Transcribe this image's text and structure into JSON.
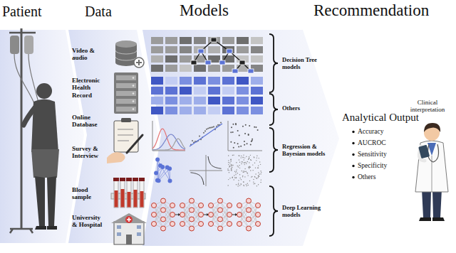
{
  "diagram": {
    "labels": [
      "Patient",
      "Data",
      "Models",
      "Recommendation",
      "Video & audio",
      "Electronic Health Record",
      "Online Database",
      "Survey & Interview",
      "Blood sample",
      "University & Hospital",
      "Decision Tree models",
      "Others",
      "Regression & Bayesian models",
      "Deep Learning models",
      "Analytical Output",
      "Accuracy",
      "AUCROC",
      "Sensitivity",
      "Specificity",
      "Others",
      "Clinical interpretation"
    ]
  }
}
